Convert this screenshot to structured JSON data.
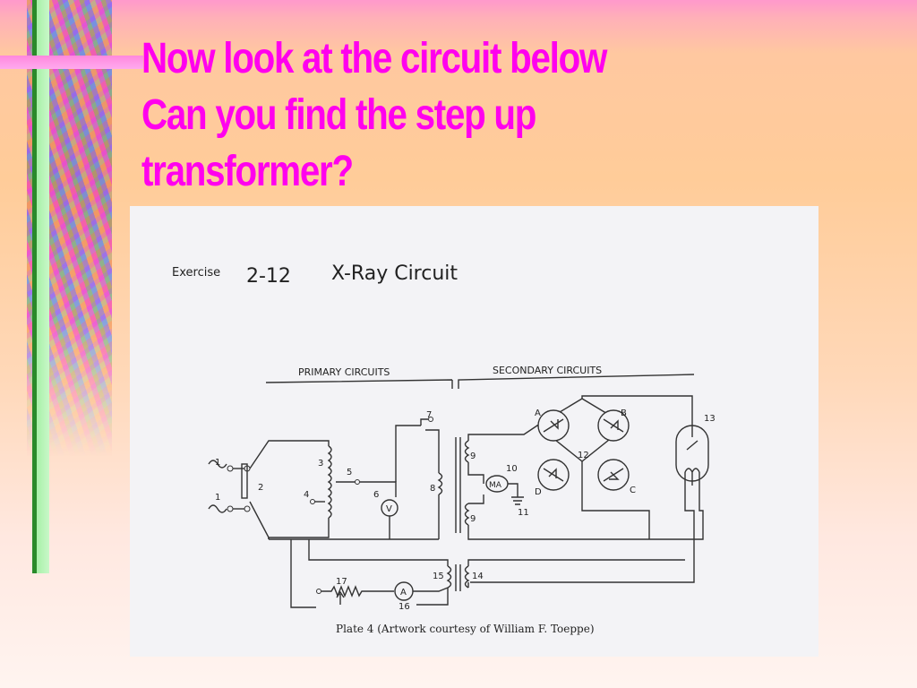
{
  "slide": {
    "title_lines": [
      "Now look at the circuit below",
      "Can you find the step up",
      "transformer?"
    ]
  },
  "figure": {
    "exercise_word": "Exercise",
    "exercise_number": "2-12",
    "exercise_title": "X-Ray Circuit",
    "primary_heading": "PRIMARY CIRCUITS",
    "secondary_heading": "SECONDARY CIRCUITS",
    "caption": "Plate 4 (Artwork courtesy of William F. Toeppe)",
    "labels": {
      "l1a": "1",
      "l1b": "1",
      "l2": "2",
      "l3": "3",
      "l4": "4",
      "l5": "5",
      "l6": "6",
      "l7": "7",
      "l8": "8",
      "l9a": "9",
      "l9b": "9",
      "l10": "10",
      "l11": "11",
      "l12": "12",
      "l13": "13",
      "l14": "14",
      "l15": "15",
      "l16": "16",
      "l17": "17",
      "lA": "A",
      "lB": "B",
      "lC": "C",
      "lD": "D",
      "meter_v": "V",
      "meter_ma": "MA",
      "meter_a": "A"
    }
  },
  "colors": {
    "title": "#ff00ee",
    "accent_green": "#2a8a2a",
    "accent_pink": "#ff88dd"
  }
}
